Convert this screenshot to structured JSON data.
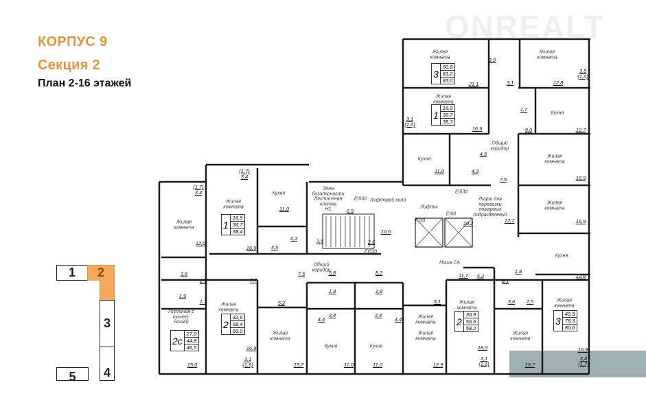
{
  "header": {
    "building": "КОРПУС 9",
    "section": "Секция 2",
    "plan": "План 2-16 этажей"
  },
  "watermark": "ONREALT",
  "section_map": {
    "sections": [
      "1",
      "2",
      "3",
      "4",
      "5"
    ],
    "selected": "2",
    "highlight_color": "#f4a95a"
  },
  "apartments": [
    {
      "rooms": "3",
      "living": "50,8",
      "total": "81,2",
      "total_with_balcony": "83,0"
    },
    {
      "rooms": "1",
      "living": "16,9",
      "total": "36,7",
      "total_with_balcony": "38,3"
    },
    {
      "rooms": "1",
      "living": "16,9",
      "total": "36,7",
      "total_with_balcony": "38,4"
    },
    {
      "rooms": "2",
      "living": "32,6",
      "total": "58,4",
      "total_with_balcony": "60,0"
    },
    {
      "rooms": "2с",
      "living": "27,0",
      "total": "44,8",
      "total_with_balcony": "46,5"
    },
    {
      "rooms": "2",
      "living": "30,9",
      "total": "56,6",
      "total_with_balcony": "58,2"
    },
    {
      "rooms": "3",
      "living": "49,5",
      "total": "78,3",
      "total_with_balcony": "80,0"
    }
  ],
  "room_labels": [
    "Жилая\nкомната",
    "Жилая\nкомната",
    "Жилая\nкомната",
    "Кухня",
    "Кухня",
    "Общий\nкоридор",
    "Жилая\nкомната",
    "Жилая\nкомната",
    "Кухня",
    "Жилая\nкомната",
    "Жилая\nкомната",
    "Жилая\nкомната",
    "Жилая\nкомната",
    "Жилая\nкомната",
    "Кухня",
    "Кухня",
    "Жилая\nкомната",
    "Жилая\nкомната",
    "Гостиная с\nкухней-\nнишей",
    "Жилая\nкомната",
    "Жилая\nкомната",
    "Кухня",
    "Зона\nбезопасности\nЛестничная\nклетка\nН1",
    "EI560",
    "Лифтовой холл",
    "Лифты",
    "EI30",
    "EI60",
    "EI530",
    "EI530",
    "Лифт для\nперевозки\nпожарных\nподразделений",
    "Ниша СА",
    "Общий\nкоридор"
  ],
  "dimensions": [
    "21,1",
    "3,9",
    "3,1",
    "12,8",
    "3,5\n(1,6)",
    "16,9",
    "3,1\n(1,6)",
    "1,7",
    "9,0",
    "12,7",
    "11,0",
    "4,5",
    "4,3",
    "7,5",
    "16,9",
    "16,9",
    "12,7",
    "12,8",
    "8,1",
    "1,8",
    "16,9",
    "3,4\n(1,7)",
    "3,6",
    "2,5",
    "15,7",
    "18,0",
    "3,1\n(1,6)",
    "12,9",
    "5,1",
    "11,7",
    "5,2",
    "11,0",
    "11,0",
    "4,4",
    "3,4",
    "1,8",
    "3,4",
    "4,4",
    "1,8",
    "15,7",
    "5,2",
    "16,9",
    "3,1\n(1,6)",
    "7,7",
    "7,5",
    "5,8",
    "8,2",
    "15,0",
    "1,9",
    "1,7",
    "2,7",
    "3,8",
    "12,0",
    "(1,7)\n3,4",
    "16,9",
    "(1,7)\n3,4",
    "11,0",
    "4,3",
    "4,5",
    "6,9",
    "3,5",
    "2,6",
    "10,6",
    "10,2"
  ]
}
